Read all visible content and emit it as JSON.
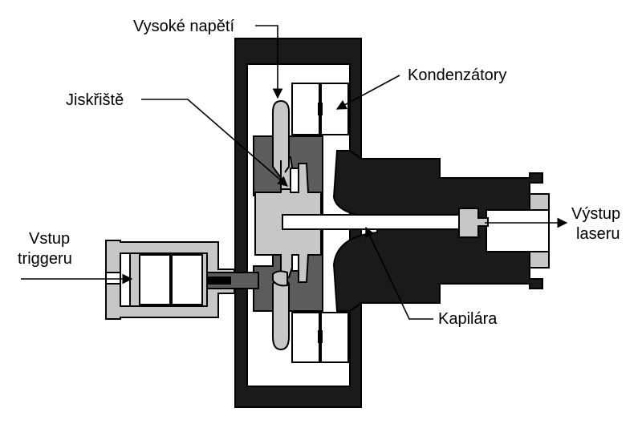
{
  "labels": {
    "high_voltage": "Vysoké napětí",
    "capacitors": "Kondenzátory",
    "spark_gap": "Jiskřiště",
    "trigger_input_line1": "Vstup",
    "trigger_input_line2": "triggeru",
    "laser_output_line1": "Výstup",
    "laser_output_line2": "laseru",
    "capillary": "Kapilára"
  },
  "colors": {
    "black_housing": "#1a1a1a",
    "dark_gray_electrode": "#5c5c5c",
    "light_gray_parts": "#c7c7c7",
    "white_parts": "#ffffff"
  }
}
